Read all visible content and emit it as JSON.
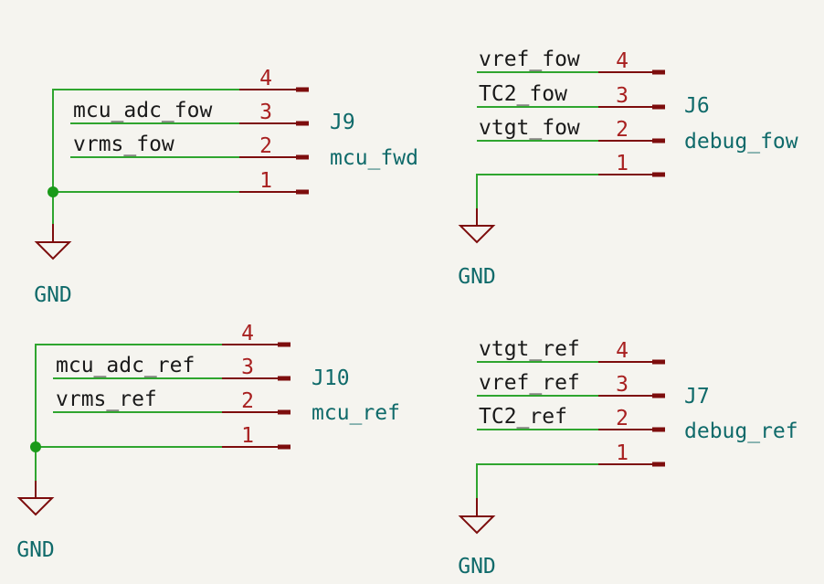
{
  "colors": {
    "background": "#f5f4ef",
    "wire": "#2fa52f",
    "pin": "#7d0d0d",
    "pin_number": "#a82020",
    "net_label": "#1a1a1a",
    "ref_designator": "#0f6a6a",
    "power_symbol": "#7d0d0d",
    "power_text": "#0f6a6a",
    "junction": "#1a9a1a"
  },
  "connectors": [
    {
      "ref": "J9",
      "value": "mcu_fwd",
      "pins": [
        {
          "number": "4",
          "net": ""
        },
        {
          "number": "3",
          "net": "mcu_adc_fow"
        },
        {
          "number": "2",
          "net": "vrms_fow"
        },
        {
          "number": "1",
          "net": ""
        }
      ],
      "power_label": "GND"
    },
    {
      "ref": "J6",
      "value": "debug_fow",
      "pins": [
        {
          "number": "4",
          "net": "vref_fow"
        },
        {
          "number": "3",
          "net": "TC2_fow"
        },
        {
          "number": "2",
          "net": "vtgt_fow"
        },
        {
          "number": "1",
          "net": ""
        }
      ],
      "power_label": "GND"
    },
    {
      "ref": "J10",
      "value": "mcu_ref",
      "pins": [
        {
          "number": "4",
          "net": ""
        },
        {
          "number": "3",
          "net": "mcu_adc_ref"
        },
        {
          "number": "2",
          "net": "vrms_ref"
        },
        {
          "number": "1",
          "net": ""
        }
      ],
      "power_label": "GND"
    },
    {
      "ref": "J7",
      "value": "debug_ref",
      "pins": [
        {
          "number": "4",
          "net": "vtgt_ref"
        },
        {
          "number": "3",
          "net": "vref_ref"
        },
        {
          "number": "2",
          "net": "TC2_ref"
        },
        {
          "number": "1",
          "net": ""
        }
      ],
      "power_label": "GND"
    }
  ]
}
